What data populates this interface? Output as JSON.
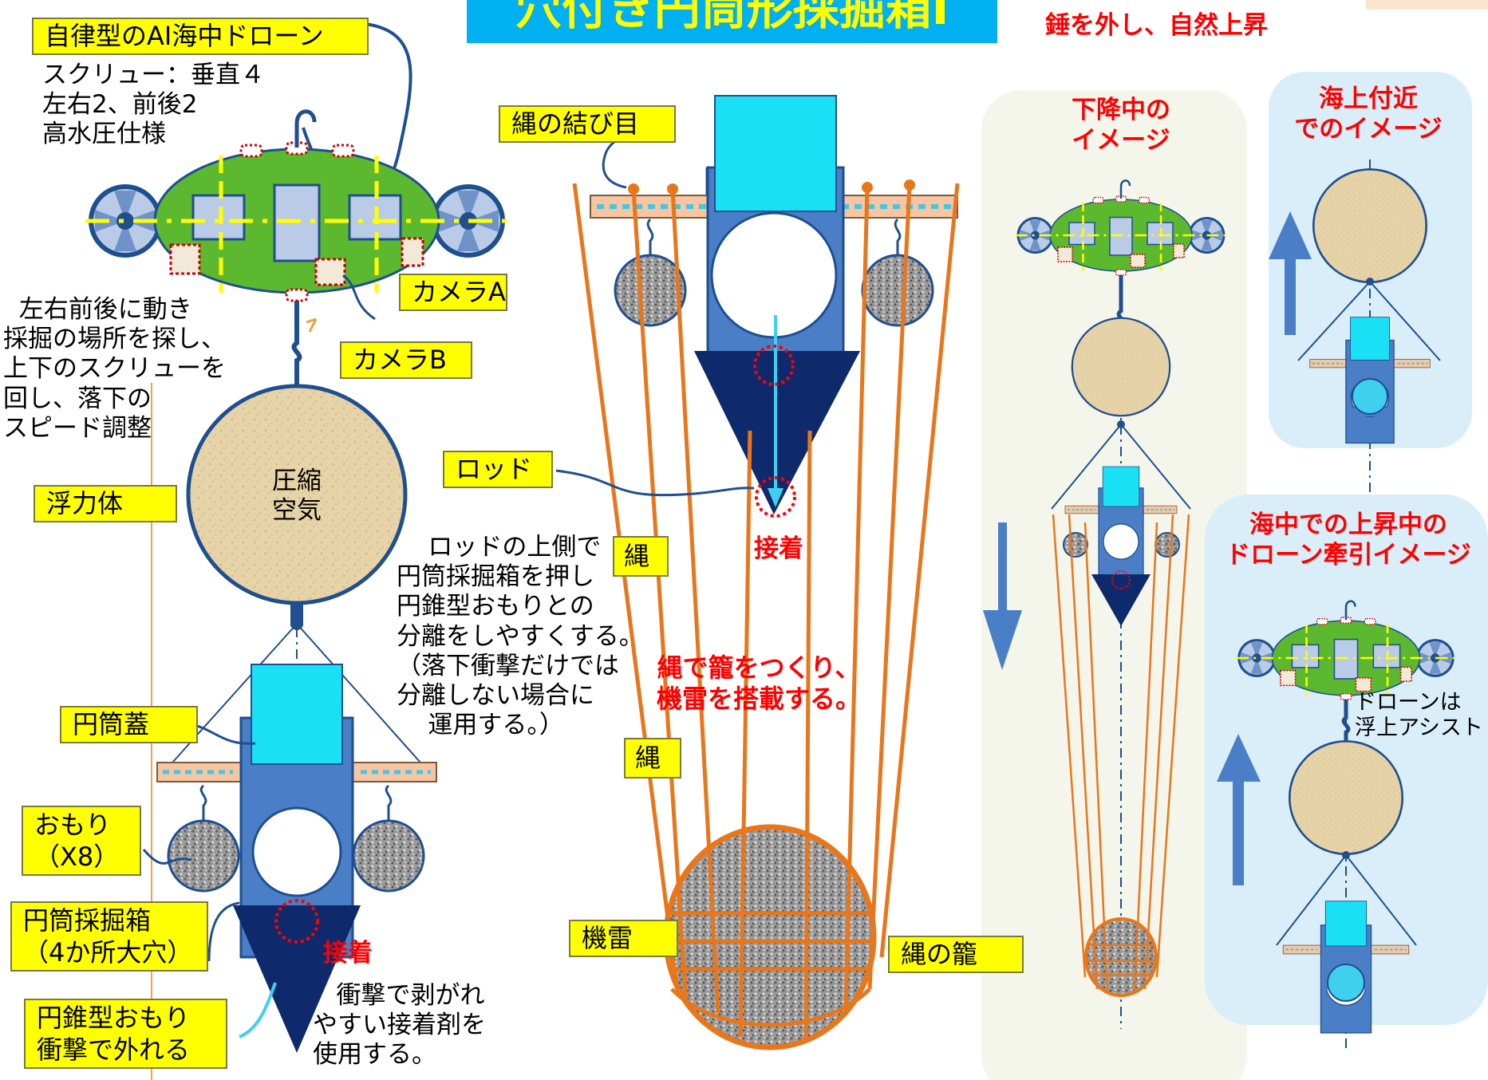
{
  "title": "穴付き円筒形採掘箱Ⅰ",
  "top_red_note": "錘を外し、自然上昇",
  "labels": {
    "drone": "自律型のAI海中ドローン",
    "camera_a": "カメラA",
    "camera_b": "カメラB",
    "float_body": "浮力体",
    "cyl_lid": "円筒蓋",
    "weight": "おもり\n（X8）",
    "dig_box": "円筒採掘箱\n（4か所大穴）",
    "cone_weight": "円錐型おもり\n衝撃で外れる",
    "rope_knot": "縄の結び目",
    "rod": "ロッド",
    "rope_1": "縄",
    "rope_2": "縄",
    "mine": "機雷",
    "rope_cage": "縄の籠"
  },
  "texts": {
    "drone_spec": "スクリュー：垂直４\n左右2、前後2\n高水圧仕様",
    "motion": "  左右前後に動き\n採掘の場所を探し、\n上下のスクリューを\n回し、落下の\nスピード調整",
    "compressed_air": "圧縮\n空気",
    "rod_note": "    ロッドの上側で\n円筒採掘箱を押し\n円錐型おもりとの\n分離をしやすくする。\n（落下衝撃だけでは\n分離しない場合に\n    運用する。）",
    "adhesive_note": "   衝撃で剥がれ\nやすい接着剤を\n使用する。",
    "drone_assist": "ドローンは\n浮上アシスト"
  },
  "red_texts": {
    "glue_left": "接着",
    "glue_center": "接着",
    "cage_note": "縄で籠をつくり、\n機雷を搭載する。",
    "descending": "下降中の\nイメージ",
    "near_surface": "海上付近\nでのイメージ",
    "towing": "海中での上昇中の\nドローン牽引イメージ"
  },
  "colors": {
    "label_bg": "#ffff00",
    "title_bg": "#00b0f0",
    "title_text": "#ffff00",
    "drone_green": "#5cb82e",
    "box_blue": "#4a7ec6",
    "lid_cyan": "#19e0f5",
    "cone_navy": "#0e2a6c",
    "rope_orange": "#e8761b",
    "float_beige": "#e6d3a8",
    "panel_blue": "#d9eef9",
    "panel_cream": "#f4f6ec",
    "arrow_blue": "#4a7ec6",
    "red_text": "#ff0000"
  }
}
